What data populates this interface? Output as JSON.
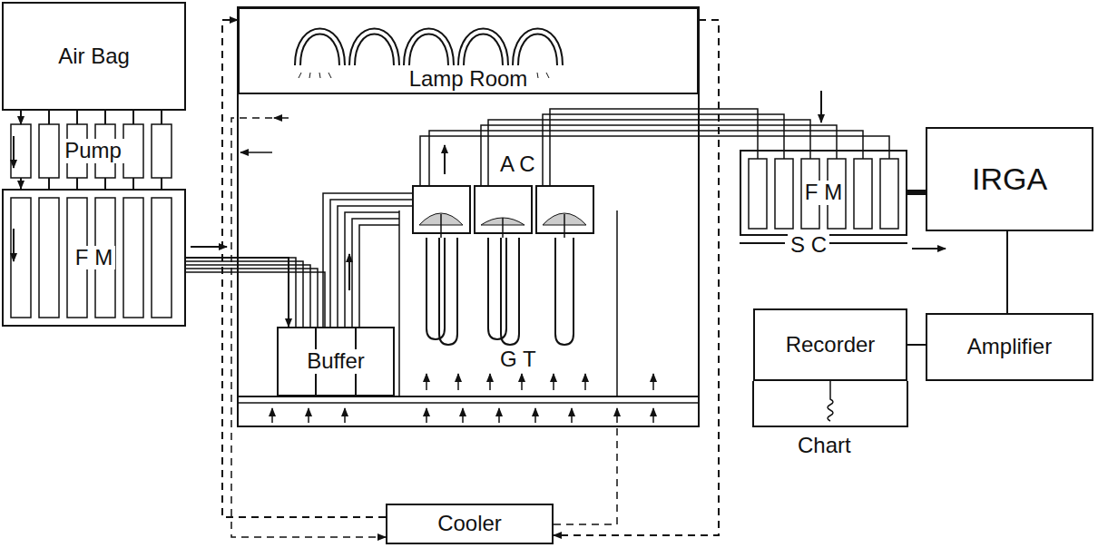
{
  "diagram": {
    "nodes": [
      {
        "text": [
          "Air Bag"
        ]
      },
      {
        "text": [
          "Pump"
        ]
      },
      {
        "text": [
          "F M"
        ]
      },
      {
        "text": [
          "Lamp Room"
        ]
      },
      {
        "text": [
          "Buffer"
        ]
      },
      {
        "text": [
          "F M"
        ]
      },
      {
        "text": [
          "IRGA"
        ]
      },
      {
        "text": [
          "Recorder"
        ]
      },
      {
        "text": [
          "Amplifier"
        ]
      },
      {
        "text": [
          "Cooler"
        ]
      }
    ],
    "edges": [
      {
        "from": 0,
        "to": 1,
        "arrow": "to"
      },
      {
        "from": 1,
        "to": 2,
        "arrow": "to"
      },
      {
        "from": 2,
        "to": 4,
        "arrow": "to"
      },
      {
        "from": 5,
        "to": 6,
        "arrow": "none"
      },
      {
        "from": 6,
        "to": 8,
        "arrow": "none"
      },
      {
        "from": 8,
        "to": 7,
        "arrow": "none"
      },
      {
        "from": 9,
        "to": 3,
        "arrow": "to"
      },
      {
        "from": 3,
        "to": 9,
        "arrow": "to"
      }
    ],
    "labels": [
      "A C",
      "G T",
      "S C",
      "Chart"
    ]
  }
}
